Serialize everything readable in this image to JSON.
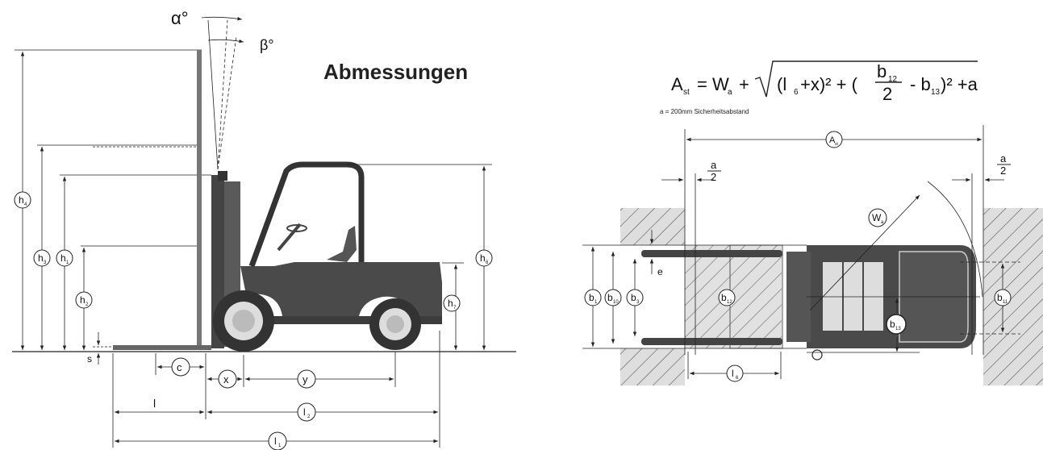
{
  "title": "Abmessungen",
  "note": "a = 200mm Sicherheitsabstand",
  "formula": {
    "lhs": "A",
    "lhs_sub": "st",
    "eq": "= W",
    "eq_sub": "a",
    "plus": "+",
    "rad_open": "(l",
    "rad_l_sub": "6",
    "rad_x": "+x)² + (",
    "frac_num": "b",
    "frac_num_sub": "12",
    "frac_den": "2",
    "rad_b": "- b",
    "rad_b_sub": "13",
    "rad_end": ")² +a"
  },
  "angles": {
    "alpha": "α°",
    "beta": "β°"
  },
  "side_view_labels": {
    "h4": {
      "main": "h",
      "sub": "4"
    },
    "h3": {
      "main": "h",
      "sub": "3"
    },
    "h1": {
      "main": "h",
      "sub": "1"
    },
    "h2": {
      "main": "h",
      "sub": "2"
    },
    "h6": {
      "main": "h",
      "sub": "6"
    },
    "h7": {
      "main": "h",
      "sub": "7"
    },
    "s": "s",
    "c": "c",
    "x": "x",
    "y": "y",
    "l": "l",
    "l2": {
      "main": "l",
      "sub": "2"
    },
    "l1": {
      "main": "l",
      "sub": "1"
    }
  },
  "top_view_labels": {
    "Ast": {
      "main": "A",
      "sub": "st"
    },
    "a2_num": "a",
    "a2_den": "2",
    "Wa": {
      "main": "W",
      "sub": "a"
    },
    "b1": {
      "main": "b",
      "sub": "1"
    },
    "b10": {
      "main": "b",
      "sub": "10"
    },
    "b3": {
      "main": "b",
      "sub": "3"
    },
    "b12": {
      "main": "b",
      "sub": "12"
    },
    "b13": {
      "main": "b",
      "sub": "13"
    },
    "b11": {
      "main": "b",
      "sub": "11"
    },
    "e": "e",
    "l6": {
      "main": "l",
      "sub": "6"
    }
  },
  "colors": {
    "line": "#222222",
    "body": "#4a4a4a",
    "hatch": "#666666",
    "shade": "#d8d8d8"
  }
}
